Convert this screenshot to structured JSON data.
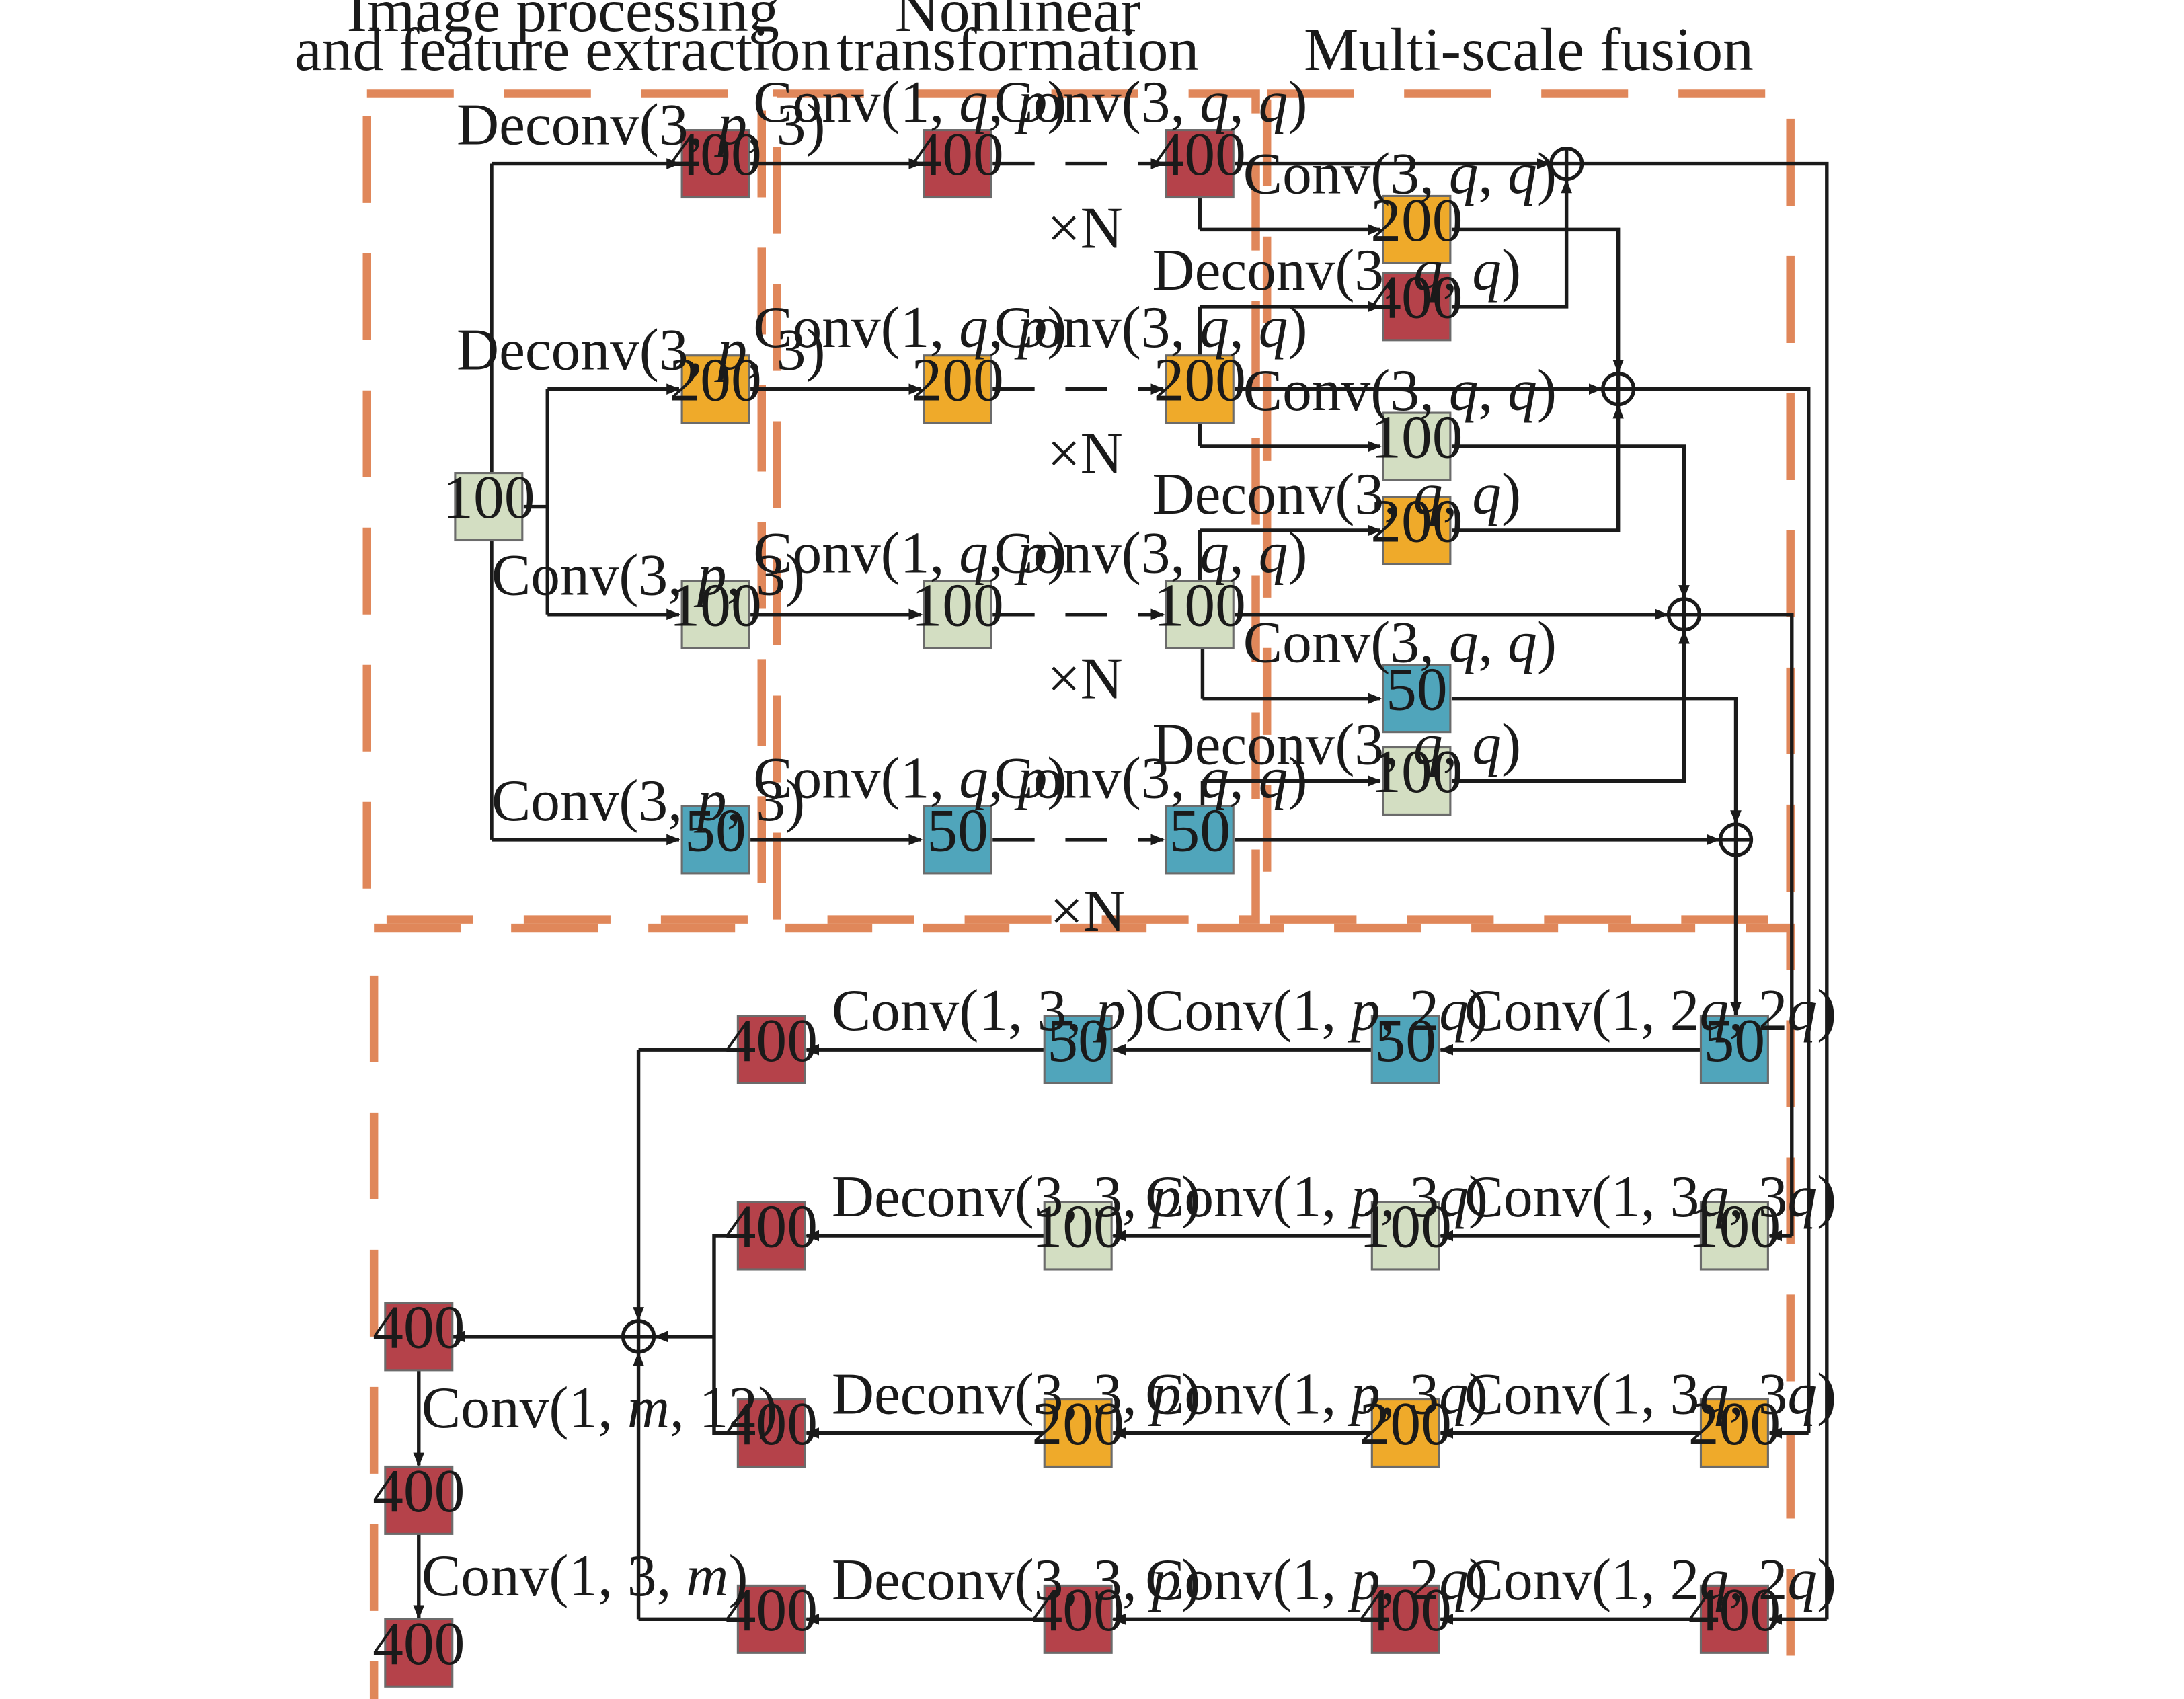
{
  "sections": {
    "image_processing": [
      "Image processing",
      "and feature extraction"
    ],
    "nonlinear": [
      "Nonlinear",
      "transformation"
    ],
    "fusion": "Multi-scale fusion"
  },
  "repeat_mark": "×N",
  "colors": {
    "400": "#b5424a",
    "200": "#efaa2a",
    "100": "#d3dec2",
    "50": "#50a5bb",
    "frame": "#e0875a"
  },
  "input_box": "100",
  "branches": [
    {
      "scale": "400",
      "entry": [
        "Deconv(3, ",
        "p",
        ", 3)"
      ]
    },
    {
      "scale": "200",
      "entry": [
        "Deconv(3, ",
        "p",
        ", 3)"
      ]
    },
    {
      "scale": "100",
      "entry": [
        "Conv(3, ",
        "p",
        ", 3)"
      ]
    },
    {
      "scale": "50",
      "entry": [
        "Conv(3, ",
        "p",
        ", 3)"
      ]
    }
  ],
  "nonlinear_labels": {
    "first": [
      "Conv(1, ",
      "q",
      ", ",
      "p",
      ")"
    ],
    "second": [
      "Conv(3, ",
      "q",
      ", ",
      "q",
      ")"
    ]
  },
  "fusion_labels": {
    "down": [
      "Conv(3, ",
      "q",
      ", ",
      "q",
      ")"
    ],
    "up": [
      "Deconv(3, ",
      "q",
      ", ",
      "q",
      ")"
    ],
    "fusion_boxes": [
      {
        "down": "200",
        "up": "400"
      },
      {
        "down": "100",
        "up": "200"
      },
      {
        "down": "50",
        "up": "100"
      }
    ]
  },
  "reconstruction_rows": [
    {
      "boxes": [
        "50",
        "50",
        "50",
        "400"
      ],
      "labels": [
        [
          "Conv(1, 2",
          "q",
          ", 2",
          "q",
          ")"
        ],
        [
          "Conv(1, ",
          "p",
          ", 2",
          "q",
          ")"
        ],
        [
          "Conv(1, 3, ",
          "p",
          ")"
        ]
      ]
    },
    {
      "boxes": [
        "100",
        "100",
        "100",
        "400"
      ],
      "labels": [
        [
          "Conv(1, 3",
          "q",
          ", 3",
          "q",
          ")"
        ],
        [
          "Conv(1, ",
          "p",
          ", 3",
          "q",
          ")"
        ],
        [
          "Deconv(3, 3, ",
          "p",
          ")"
        ]
      ]
    },
    {
      "boxes": [
        "200",
        "200",
        "200",
        "400"
      ],
      "labels": [
        [
          "Conv(1, 3",
          "q",
          ", 3",
          "q",
          ")"
        ],
        [
          "Conv(1, ",
          "p",
          ", 3",
          "q",
          ")"
        ],
        [
          "Deconv(3, 3, ",
          "p",
          ")"
        ]
      ]
    },
    {
      "boxes": [
        "400",
        "400",
        "400",
        "400"
      ],
      "labels": [
        [
          "Conv(1, 2",
          "q",
          ", 2",
          "q",
          ")"
        ],
        [
          "Conv(1, ",
          "p",
          ", 2",
          "q",
          ")"
        ],
        [
          "Deconv(3, 3, ",
          "p",
          ")"
        ]
      ]
    }
  ],
  "output_chain": {
    "boxes": [
      "400",
      "400",
      "400"
    ],
    "labels": [
      [
        "Conv(1, ",
        "m",
        ", 12)"
      ],
      [
        "Conv(1, 3, ",
        "m",
        ")"
      ]
    ]
  }
}
